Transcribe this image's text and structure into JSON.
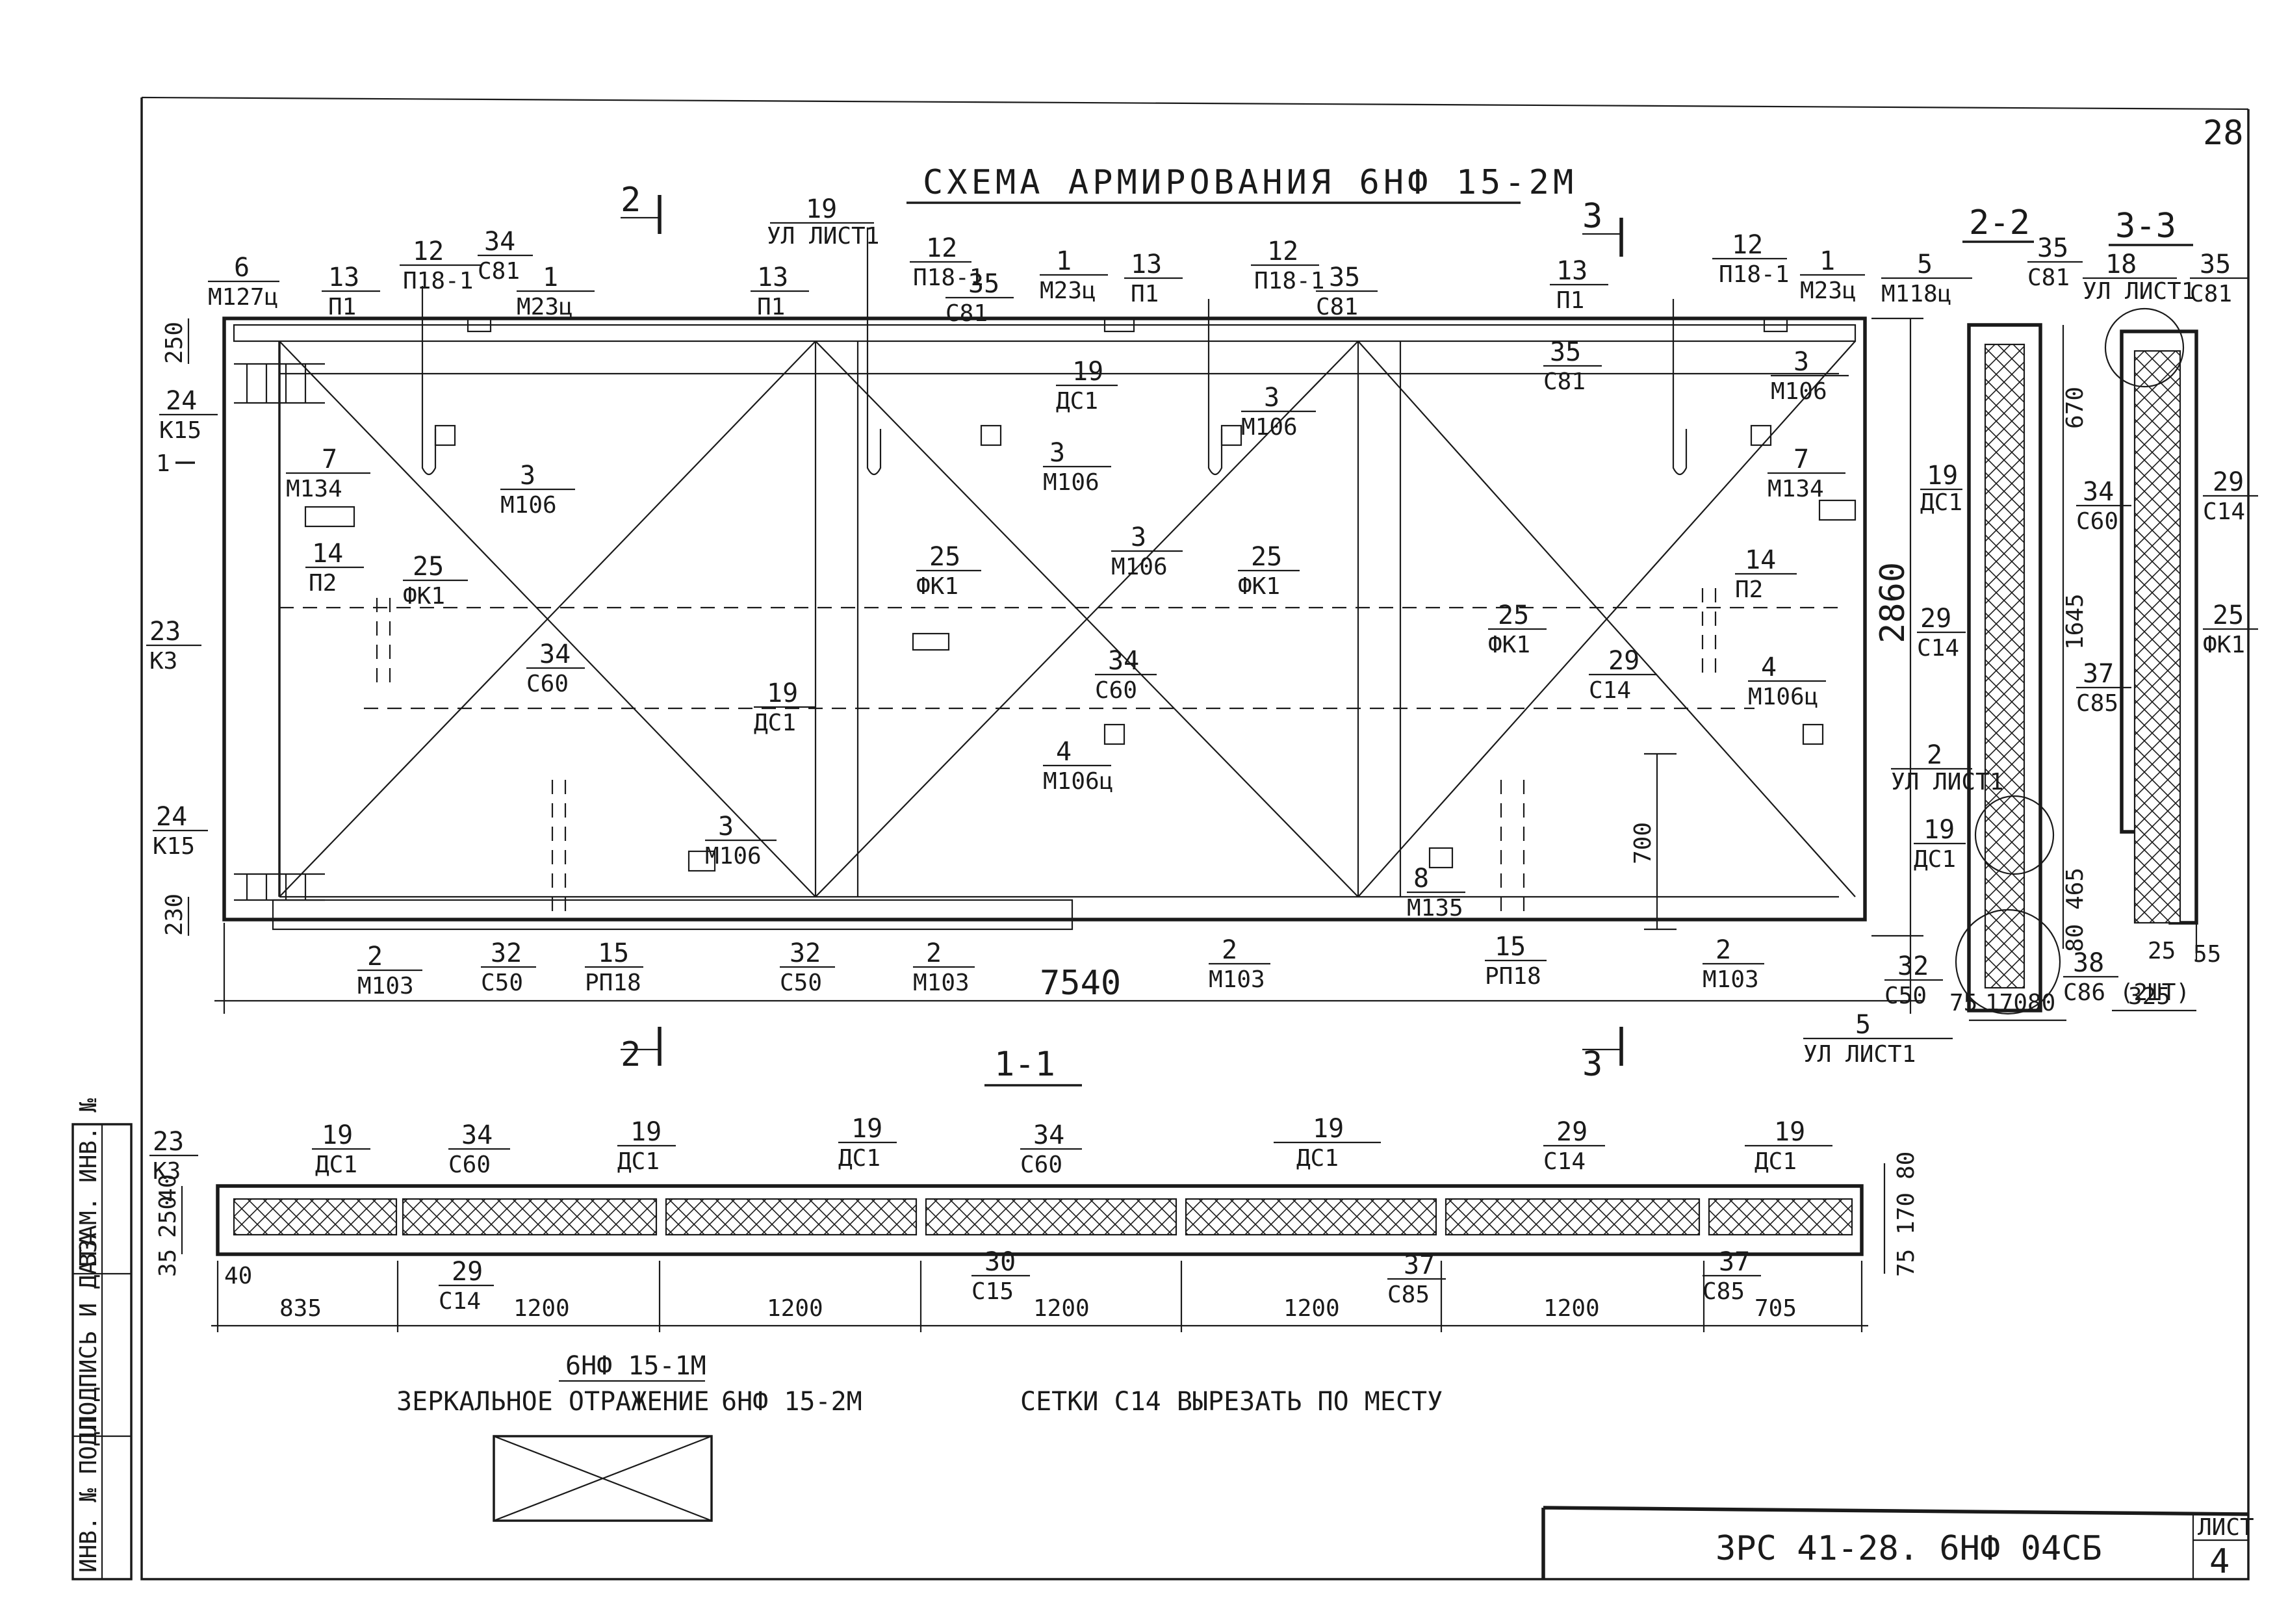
{
  "sheet_number": "28",
  "title": "СХЕМА АРМИРОВАНИЯ 6НФ 15-2М",
  "section_marks": {
    "s1": "1",
    "s2": "2",
    "s3": "3",
    "view_2_2": "2-2",
    "view_3_3": "3-3",
    "view_1_1": "1-1"
  },
  "dims_plan": {
    "overall_length": "7540",
    "height": "2860",
    "top_edge": "250",
    "bottom_edge": "230",
    "inner_700": "700"
  },
  "dims_section_2_2": {
    "d670": "670",
    "d1645": "1645",
    "d465": "465",
    "d80": "80",
    "d75": "75",
    "d170": "170",
    "d80b": "80"
  },
  "dims_section_3_3": {
    "d325": "325",
    "d25": "25",
    "d55": "55"
  },
  "dims_section_1_1": {
    "segments": [
      "835",
      "1200",
      "1200",
      "1200",
      "1200",
      "1200",
      "705"
    ],
    "left_40": "40",
    "left_250": "250",
    "left_40b": "40",
    "left_35": "35",
    "right_80": "80",
    "right_170": "170",
    "right_75": "75"
  },
  "plan_labels": [
    {
      "n": "6",
      "m": "М127ц"
    },
    {
      "n": "13",
      "m": "П1"
    },
    {
      "n": "12",
      "m": "П18-1"
    },
    {
      "n": "34",
      "m": "С81"
    },
    {
      "n": "1",
      "m": "М23ц"
    },
    {
      "n": "19",
      "m": "УЛ ЛИСТ1"
    },
    {
      "n": "13",
      "m": "П1"
    },
    {
      "n": "12",
      "m": "П18-1"
    },
    {
      "n": "35",
      "m": "С81"
    },
    {
      "n": "1",
      "m": "М23ц"
    },
    {
      "n": "13",
      "m": "П1"
    },
    {
      "n": "12",
      "m": "П18-1"
    },
    {
      "n": "35",
      "m": "С81"
    },
    {
      "n": "13",
      "m": "П1"
    },
    {
      "n": "12",
      "m": "П18-1"
    },
    {
      "n": "1",
      "m": "М23ц"
    },
    {
      "n": "5",
      "m": "М118ц"
    },
    {
      "n": "35",
      "m": "С81"
    },
    {
      "n": "24",
      "m": "К15"
    },
    {
      "n": "19",
      "m": "ДС1"
    },
    {
      "n": "3",
      "m": "М106"
    },
    {
      "n": "3",
      "m": "М106"
    },
    {
      "n": "3",
      "m": "М106"
    },
    {
      "n": "3",
      "m": "М106"
    },
    {
      "n": "3",
      "m": "М106"
    },
    {
      "n": "7",
      "m": "М134"
    },
    {
      "n": "7",
      "m": "М134"
    },
    {
      "n": "14",
      "m": "П2"
    },
    {
      "n": "25",
      "m": "ФК1"
    },
    {
      "n": "25",
      "m": "ФК1"
    },
    {
      "n": "25",
      "m": "ФК1"
    },
    {
      "n": "14",
      "m": "П2"
    },
    {
      "n": "23",
      "m": "К3"
    },
    {
      "n": "34",
      "m": "С60"
    },
    {
      "n": "34",
      "m": "С60"
    },
    {
      "n": "25",
      "m": "ФК1"
    },
    {
      "n": "29",
      "m": "С14"
    },
    {
      "n": "4",
      "m": "М106ц"
    },
    {
      "n": "19",
      "m": "ДС1"
    },
    {
      "n": "4",
      "m": "М106ц"
    },
    {
      "n": "24",
      "m": "К15"
    },
    {
      "n": "3",
      "m": "М106"
    },
    {
      "n": "8",
      "m": "М135"
    },
    {
      "n": "2",
      "m": "М103"
    },
    {
      "n": "32",
      "m": "С50"
    },
    {
      "n": "15",
      "m": "РП18"
    },
    {
      "n": "32",
      "m": "С50"
    },
    {
      "n": "2",
      "m": "М103"
    },
    {
      "n": "2",
      "m": "М103"
    },
    {
      "n": "15",
      "m": "РП18"
    },
    {
      "n": "2",
      "m": "М103"
    }
  ],
  "mark_1_arrow": "1",
  "section_2_2_labels": [
    {
      "n": "35",
      "m": "С81"
    },
    {
      "n": "19",
      "m": "ДС1"
    },
    {
      "n": "34",
      "m": "С60"
    },
    {
      "n": "29",
      "m": "С14"
    },
    {
      "n": "37",
      "m": "С85"
    },
    {
      "n": "2",
      "m": "УЛ ЛИСТ1"
    },
    {
      "n": "19",
      "m": "ДС1"
    },
    {
      "n": "32",
      "m": "С50"
    },
    {
      "n": "5",
      "m": "УЛ ЛИСТ1"
    }
  ],
  "section_3_3_labels": [
    {
      "n": "18",
      "m": "УЛ ЛИСТ1"
    },
    {
      "n": "35",
      "m": "С81"
    },
    {
      "n": "29",
      "m": "С14"
    },
    {
      "n": "25",
      "m": "ФК1"
    },
    {
      "n": "38",
      "m": "С86 (2ШТ)"
    }
  ],
  "section_1_1_labels": [
    {
      "n": "23",
      "m": "К3"
    },
    {
      "n": "19",
      "m": "ДС1"
    },
    {
      "n": "34",
      "m": "С60"
    },
    {
      "n": "19",
      "m": "ДС1"
    },
    {
      "n": "19",
      "m": "ДС1"
    },
    {
      "n": "34",
      "m": "С60"
    },
    {
      "n": "19",
      "m": "ДС1"
    },
    {
      "n": "29",
      "m": "С14"
    },
    {
      "n": "19",
      "m": "ДС1"
    },
    {
      "n": "29",
      "m": "С14"
    },
    {
      "n": "30",
      "m": "С15"
    },
    {
      "n": "37",
      "m": "С85"
    },
    {
      "n": "37",
      "m": "С85"
    }
  ],
  "notes": {
    "mirror_top": "6НФ 15-1М",
    "mirror_text": "ЗЕРКАЛЬНОЕ ОТРАЖЕНИЕ",
    "mirror_code": "6НФ 15-2М",
    "cut_note": "СЕТКИ С14 ВЫРЕЗАТЬ ПО МЕСТУ"
  },
  "stamp": {
    "code": "3РС 41-28. 6НФ 04СБ",
    "sheet_label": "ЛИСТ",
    "sheet_value": "4"
  },
  "side_stamp": [
    "ИНВ. № ПОДЛ.",
    "ПОДПИСЬ И ДАТА",
    "ВЗАМ. ИНВ. №"
  ]
}
